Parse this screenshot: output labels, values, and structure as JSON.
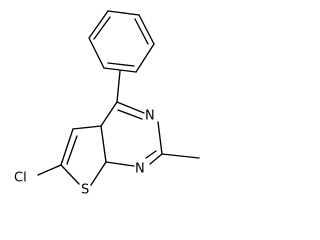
{
  "molecule": {
    "atoms": {
      "nitrogen_top": "N",
      "nitrogen_bottom": "N",
      "sulfur": "S",
      "chlorine": "Cl"
    }
  }
}
